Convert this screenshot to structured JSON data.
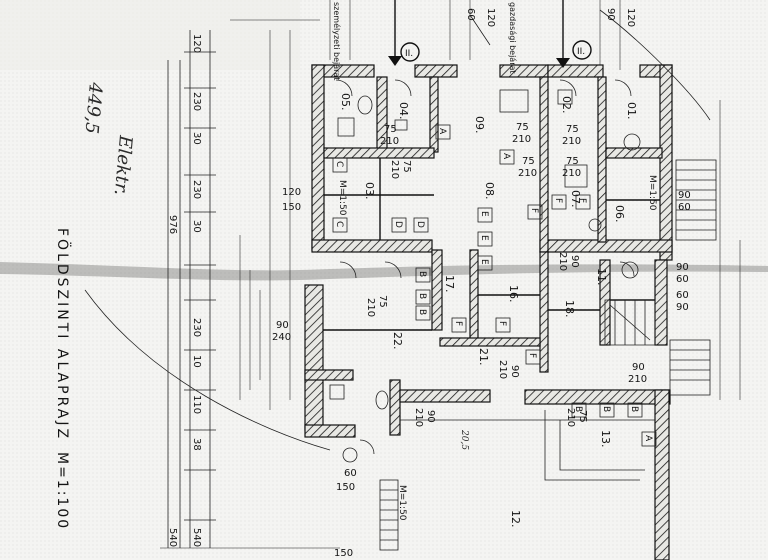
{
  "title": "FÖLDSZINTI ALAPRAJZ",
  "scale": "M=1:100",
  "rooms": [
    {
      "id": "r01",
      "label": "01."
    },
    {
      "id": "r02",
      "label": "02."
    },
    {
      "id": "r03",
      "label": "03."
    },
    {
      "id": "r04",
      "label": "04."
    },
    {
      "id": "r05",
      "label": "05."
    },
    {
      "id": "r06",
      "label": "06."
    },
    {
      "id": "r07",
      "label": "07."
    },
    {
      "id": "r08",
      "label": "08."
    },
    {
      "id": "r09",
      "label": "09."
    },
    {
      "id": "r11",
      "label": "11."
    },
    {
      "id": "r12",
      "label": "12."
    },
    {
      "id": "r13",
      "label": "13."
    },
    {
      "id": "r16",
      "label": "16."
    },
    {
      "id": "r17",
      "label": "17."
    },
    {
      "id": "r18",
      "label": "18."
    },
    {
      "id": "r21",
      "label": "21."
    },
    {
      "id": "r22",
      "label": "22."
    }
  ],
  "sections": [
    "II.",
    "II."
  ],
  "entrances": [
    "gazdasági bejárat",
    "személyzeti bejárat"
  ],
  "door_tags": [
    "A",
    "A",
    "C",
    "C",
    "D",
    "D",
    "E",
    "E",
    "E",
    "B",
    "B",
    "B",
    "B",
    "B",
    "B",
    "F",
    "F",
    "F",
    "F",
    "F",
    "F",
    "A"
  ],
  "dimensions": [
    "75",
    "210",
    "75",
    "210",
    "75",
    "210",
    "75",
    "210",
    "75",
    "210",
    "120",
    "150",
    "90",
    "60",
    "90",
    "60",
    "60",
    "90",
    "90",
    "210",
    "90",
    "240",
    "75",
    "210",
    "75",
    "210",
    "90",
    "210",
    "90",
    "210",
    "90",
    "210",
    "75",
    "210",
    "150",
    "60",
    "150",
    "120",
    "60",
    "90",
    "120"
  ],
  "scale_marks": [
    "M=1:50",
    "M=1:50",
    "M=1:50"
  ],
  "side_dims": [
    "976",
    "540",
    "540",
    "230",
    "30",
    "230",
    "10",
    "110",
    "38",
    "30",
    "230",
    "120"
  ],
  "handwritten": [
    "Elektr.",
    "449,5",
    "20,5"
  ]
}
